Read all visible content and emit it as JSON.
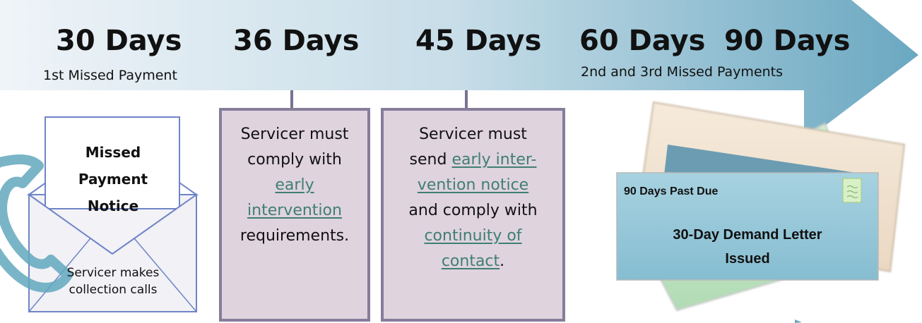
{
  "timeline": {
    "milestones": [
      {
        "days": "30 Days",
        "caption": "1st Missed Payment"
      },
      {
        "days": "36 Days"
      },
      {
        "days": "45 Days"
      },
      {
        "days": "60 Days"
      },
      {
        "days": "90 Days",
        "caption": "2nd and 3rd Missed Payments"
      }
    ]
  },
  "envelope": {
    "notice_title": "Missed Payment Notice",
    "notice_lines": [
      "Missed",
      "Payment",
      "Notice"
    ],
    "calls_lines": [
      "Servicer makes",
      "collection calls"
    ]
  },
  "box36": {
    "lines": [
      "Servicer must",
      "comply with"
    ],
    "link_lines": [
      "early",
      "intervention"
    ],
    "tail": "requirements."
  },
  "box45": {
    "lines": [
      "Servicer must",
      "send"
    ],
    "link1_a": "early inter-",
    "link1_b": "vention notice",
    "middle": "and comply with",
    "link2_a": "continuity of",
    "link2_b": "contact",
    "end": "."
  },
  "letter": {
    "header": "90 Days Past Due",
    "line1": "30-Day Demand Letter",
    "line2": "Issued"
  },
  "colors": {
    "arrow_start": "#eef3f7",
    "arrow_end": "#6fabc3",
    "box_fill": "#dfd3de",
    "box_border": "#857d9a",
    "link": "#3f7f72",
    "letter_blue": "#8ec3d6",
    "letter_green": "#bfe3c0",
    "letter_peach": "#f1e2cf"
  },
  "icons": [
    "phone-icon",
    "envelope-icon",
    "stamp-icon"
  ]
}
